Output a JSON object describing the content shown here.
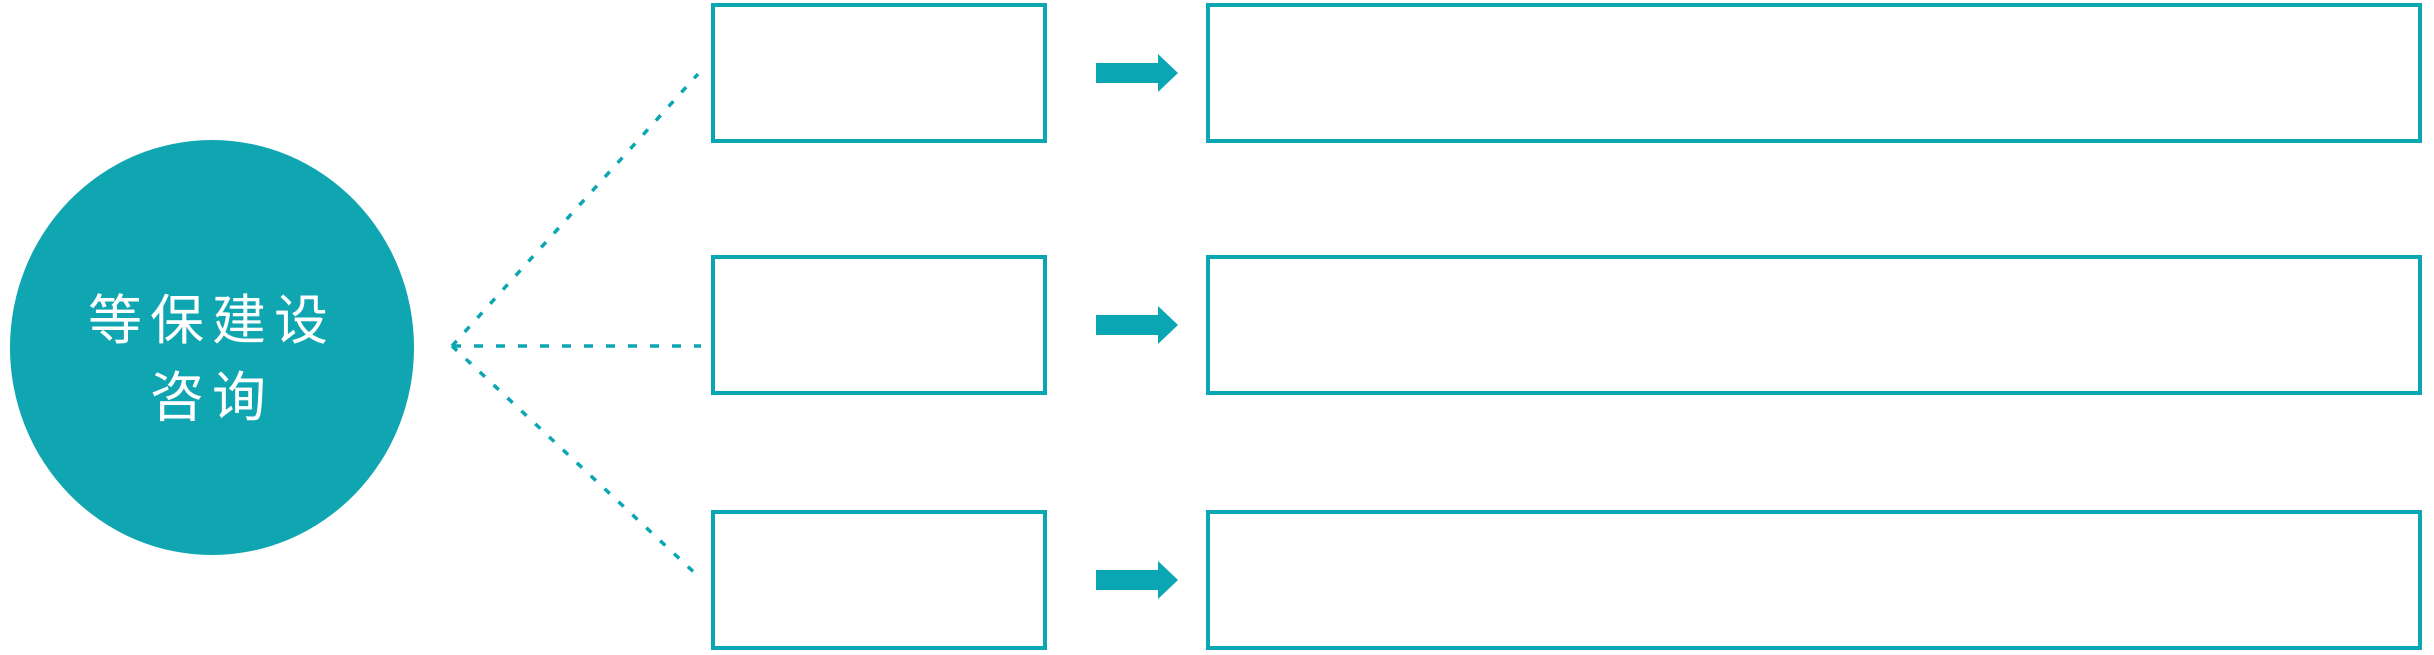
{
  "colors": {
    "accent": "#0ba6b4",
    "circle_fill": "#10a6b1",
    "circle_text": "#ffffff",
    "background": "#ffffff"
  },
  "circle": {
    "line1": "等保建设",
    "line2": "咨询"
  },
  "rows": [
    {
      "small_box_text": "",
      "big_box_text": ""
    },
    {
      "small_box_text": "",
      "big_box_text": ""
    },
    {
      "small_box_text": "",
      "big_box_text": ""
    }
  ],
  "icons": {
    "arrow": "right-block-arrow",
    "connector_style": "dotted"
  }
}
